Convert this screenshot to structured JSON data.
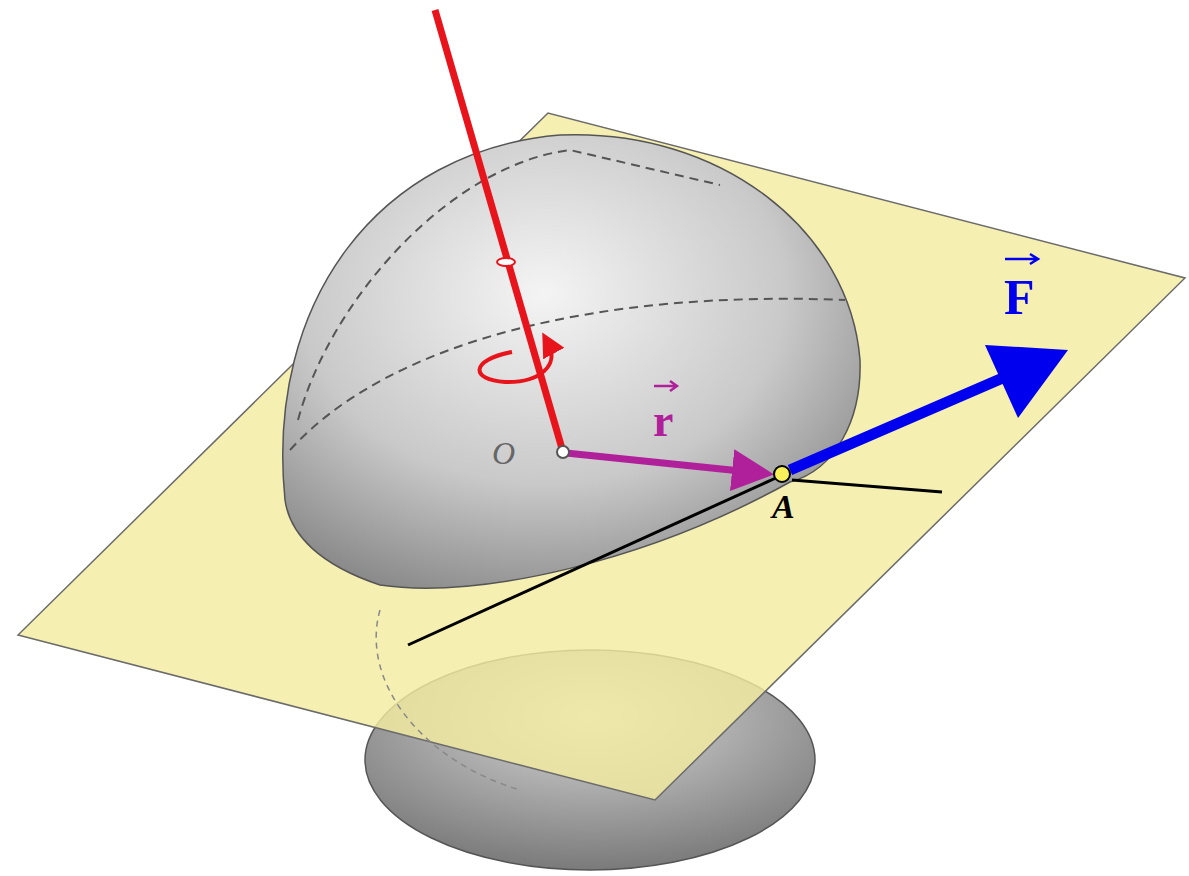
{
  "diagram": {
    "labels": [
      "O",
      "r",
      "F",
      "A"
    ]
  }
}
